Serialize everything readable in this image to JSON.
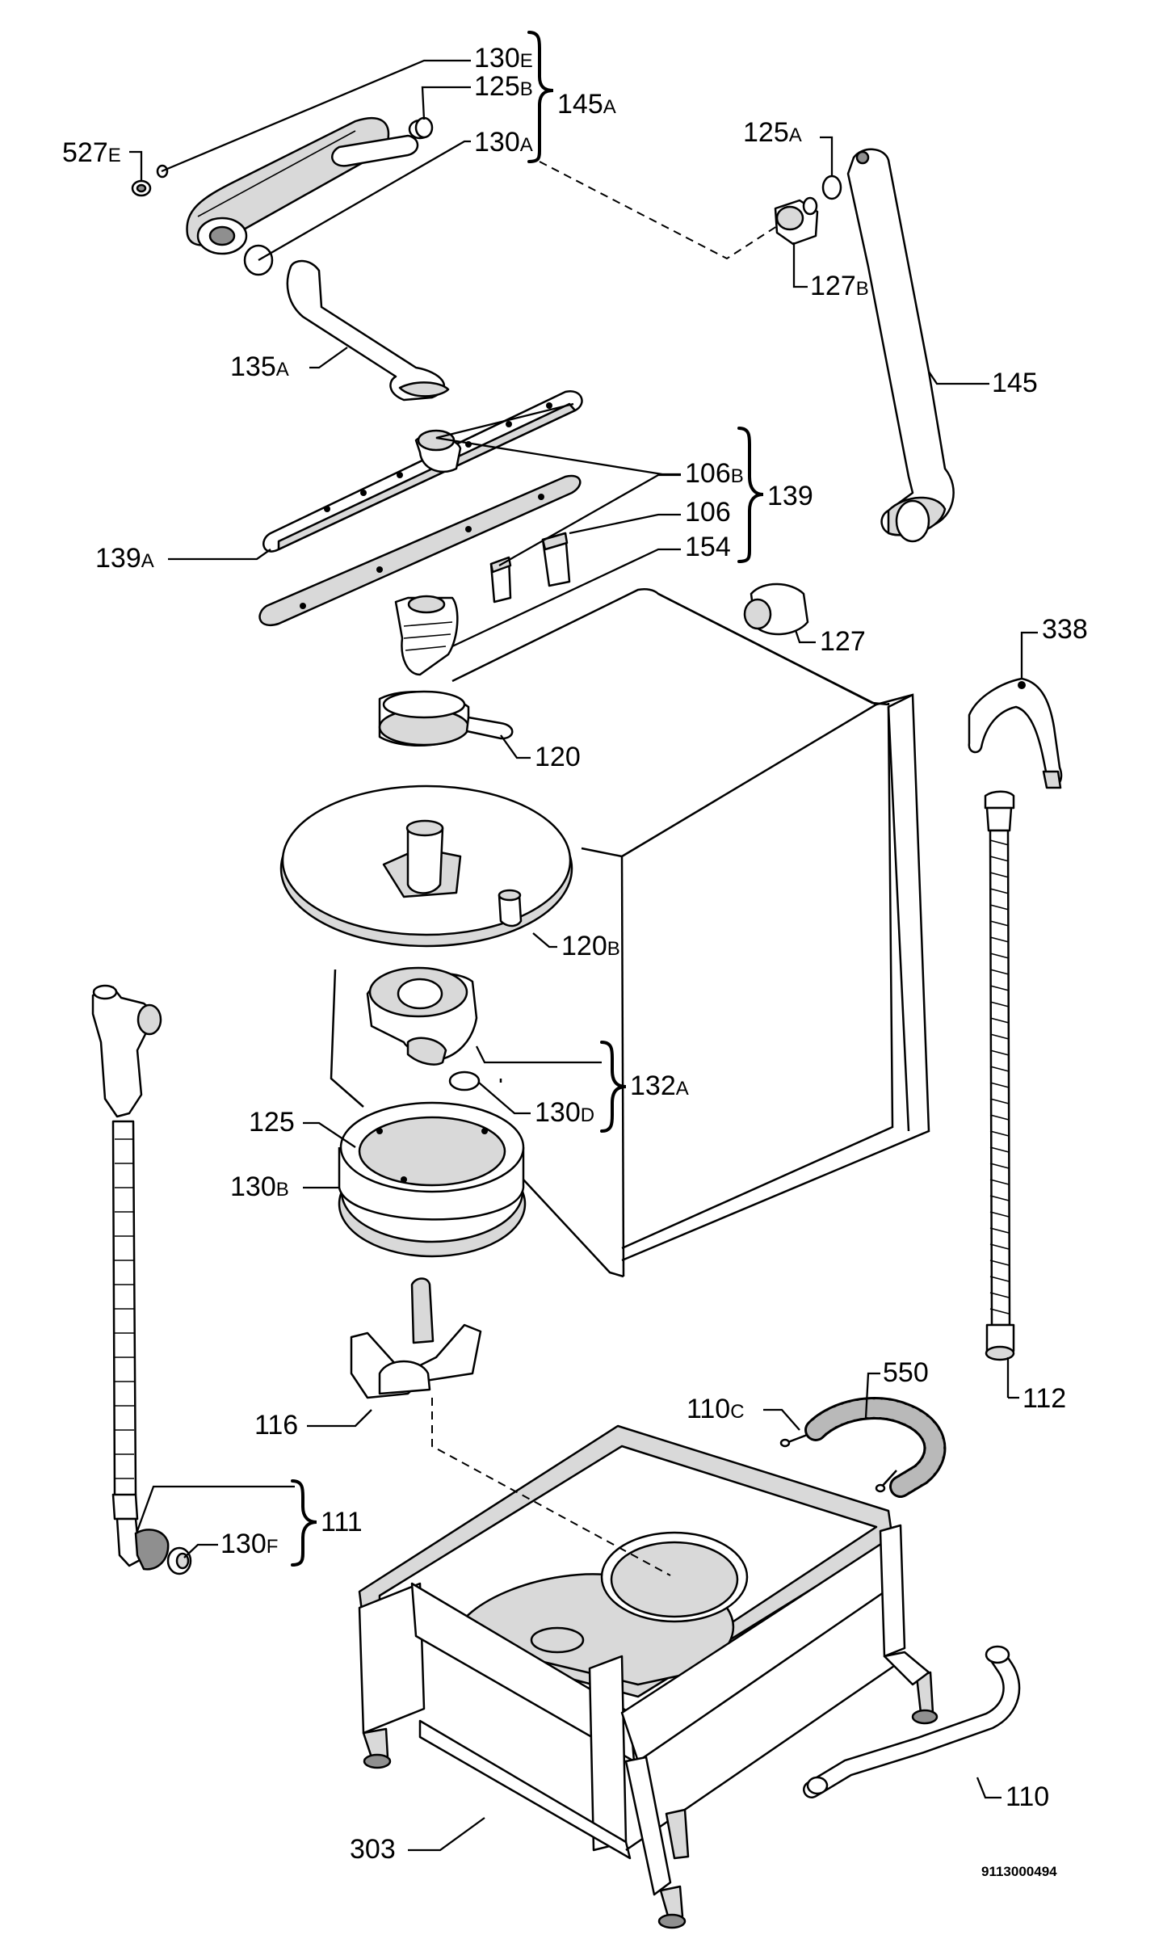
{
  "diagram": {
    "doc_number": "9113000494",
    "labels": {
      "l130E": {
        "main": "130",
        "sub": "E"
      },
      "l125B": {
        "main": "125",
        "sub": "B"
      },
      "l145A": {
        "main": "145",
        "sub": "A"
      },
      "l130A": {
        "main": "130",
        "sub": "A"
      },
      "l527E": {
        "main": "527",
        "sub": "E"
      },
      "l125A": {
        "main": "125",
        "sub": "A"
      },
      "l127B": {
        "main": "127",
        "sub": "B"
      },
      "l135A": {
        "main": "135",
        "sub": "A"
      },
      "l145": {
        "main": "145",
        "sub": ""
      },
      "l106B": {
        "main": "106",
        "sub": "B"
      },
      "l139": {
        "main": "139",
        "sub": ""
      },
      "l106": {
        "main": "106",
        "sub": ""
      },
      "l154": {
        "main": "154",
        "sub": ""
      },
      "l139A": {
        "main": "139",
        "sub": "A"
      },
      "l127": {
        "main": "127",
        "sub": ""
      },
      "l338": {
        "main": "338",
        "sub": ""
      },
      "l120": {
        "main": "120",
        "sub": ""
      },
      "l120B": {
        "main": "120",
        "sub": "B"
      },
      "l132A": {
        "main": "132",
        "sub": "A"
      },
      "l130D": {
        "main": "130",
        "sub": "D"
      },
      "l125": {
        "main": "125",
        "sub": ""
      },
      "l130B": {
        "main": "130",
        "sub": "B"
      },
      "l112": {
        "main": "112",
        "sub": ""
      },
      "l550": {
        "main": "550",
        "sub": ""
      },
      "l110C": {
        "main": "110",
        "sub": "C"
      },
      "l116": {
        "main": "116",
        "sub": ""
      },
      "l111": {
        "main": "111",
        "sub": ""
      },
      "l130F": {
        "main": "130",
        "sub": "F"
      },
      "l303": {
        "main": "303",
        "sub": ""
      },
      "l110": {
        "main": "110",
        "sub": ""
      }
    }
  }
}
